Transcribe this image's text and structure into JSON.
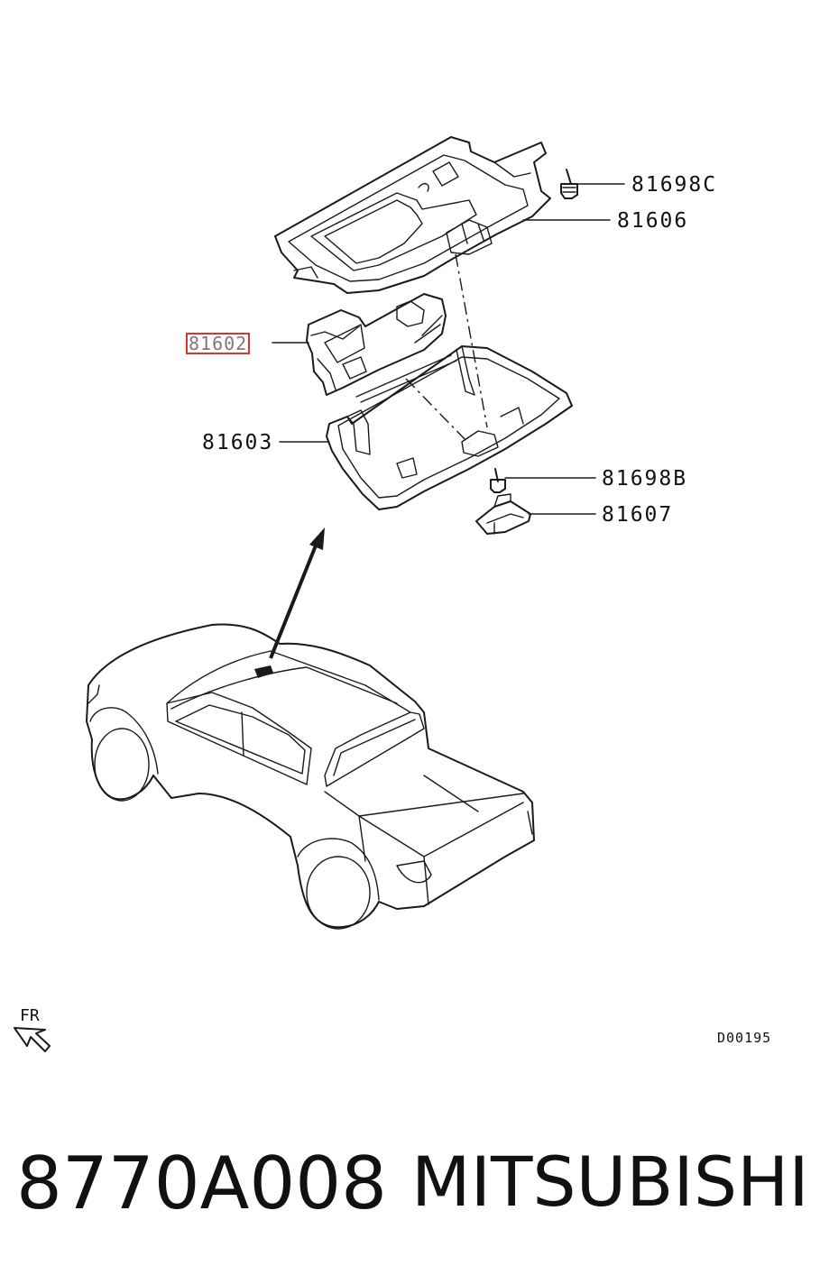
{
  "callouts": {
    "c81698c": "81698C",
    "c81606": "81606",
    "c81602": "81602",
    "c81603": "81603",
    "c81698b": "81698B",
    "c81607": "81607"
  },
  "direction": {
    "label": "FR"
  },
  "drawing_code": "D00195",
  "footer": {
    "part_number": "8770A008",
    "brand": "MITSUBISHI"
  },
  "highlight_color": "#e0302f"
}
